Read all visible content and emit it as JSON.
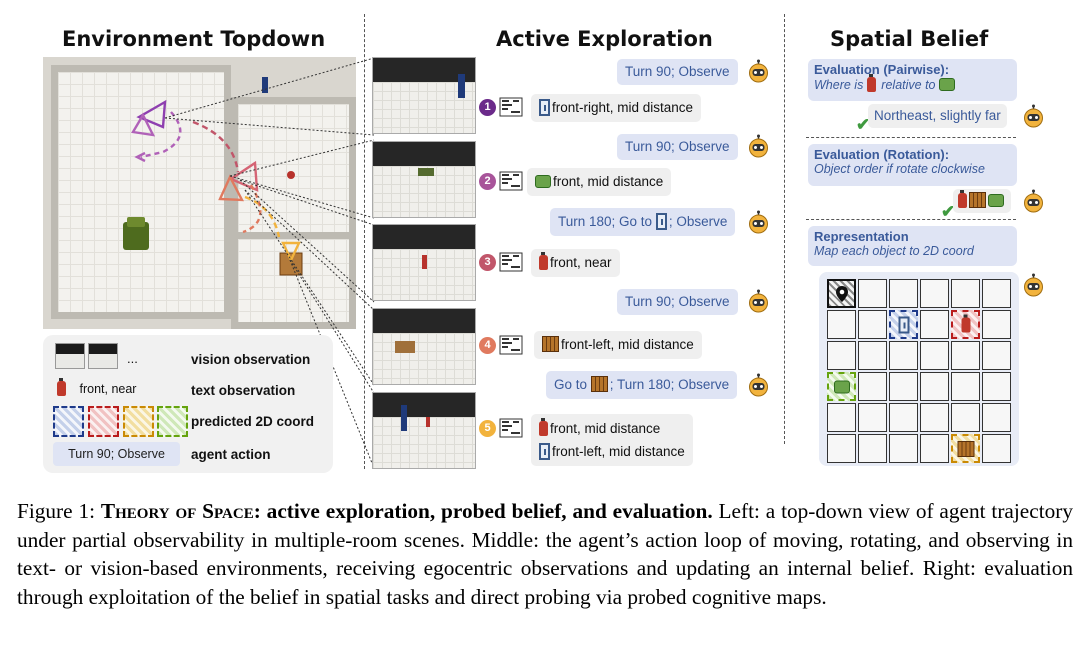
{
  "titles": {
    "env": "Environment Topdown",
    "explore": "Active Exploration",
    "belief": "Spatial Belief"
  },
  "legend": {
    "dots": "...",
    "vision": "vision observation",
    "text_sample": "front, near",
    "text": "text observation",
    "coord": "predicted 2D coord",
    "action_sample": "Turn 90; Observe",
    "action": "agent action"
  },
  "steps": [
    {
      "num": "1",
      "color": "#6b2a8a"
    },
    {
      "num": "2",
      "color": "#a8549a"
    },
    {
      "num": "3",
      "color": "#c1566a"
    },
    {
      "num": "4",
      "color": "#e07a5f"
    },
    {
      "num": "5",
      "color": "#f2b33d"
    }
  ],
  "actions": {
    "a1": "Turn 90; Observe",
    "a2": "Turn 90; Observe",
    "a3_pre": "Turn 180; Go to",
    "a3_post": "; Observe",
    "a4": "Turn 90; Observe",
    "a5_pre": "Go to",
    "a5_post": "; Turn 180; Observe"
  },
  "observations": {
    "o1": "front-right, mid distance",
    "o2": "front, mid distance",
    "o3": "front, near",
    "o4": "front-left, mid distance",
    "o5a": "front, mid distance",
    "o5b": "front-left, mid distance"
  },
  "belief": {
    "pair_title": "Evaluation (Pairwise):",
    "pair_q_pre": "Where is",
    "pair_q_post": "relative to",
    "pair_answer": "Northeast, slightly far",
    "rot_title": "Evaluation (Rotation):",
    "rot_q": "Object order if rotate clockwise",
    "rep_title": "Representation",
    "rep_q": "Map each object to 2D coord"
  },
  "caption": {
    "label": "Figure 1:",
    "title_sc": "Theory of Space",
    "title_rest": ": active exploration, probed belief, and evaluation.",
    "body": " Left: a top-down view of agent trajectory under partial observability in multiple-room scenes. Middle: the agent’s action loop of moving, rotating, and observing in text- or vision-based environments, receiving egocentric observations and updating an internal belief. Right: evaluation through exploitation of the belief in spatial tasks and direct probing via probed cognitive maps."
  },
  "colors": {
    "accent_blue": "#3a5a9a",
    "bubble": "#dfe4f4",
    "obs_bubble": "#efefef"
  },
  "icons": [
    "fire-extinguisher-icon",
    "door-icon",
    "sofa-icon",
    "crate-icon",
    "robot-icon",
    "map-icon",
    "location-pin-icon",
    "check-icon"
  ]
}
